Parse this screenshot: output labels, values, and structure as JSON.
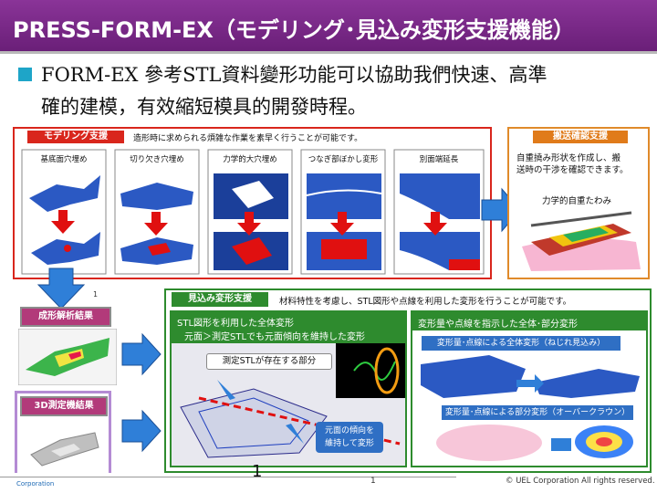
{
  "title": "PRESS-FORM-EX（モデリング･見込み変形支援機能）",
  "body_lines": [
    "FORM-EX 參考STL資料變形功能可以協助我們快速、高準",
    "確的建模，有效縮短模具的開發時程。"
  ],
  "modeling": {
    "header": "モデリング支援",
    "desc": "造形時に求められる煩雑な作業を素早く行うことが可能です。",
    "cells": [
      "基底面穴埋め",
      "切り欠き穴埋め",
      "力学的大穴埋め",
      "つなぎ部ぼかし変形",
      "別面端延長"
    ]
  },
  "transport": {
    "header": "搬送確認支援",
    "desc_lines": [
      "自重撓み形状を作成し、搬",
      "送時の干渉を確認できます。"
    ],
    "label": "力学的自重たわみ"
  },
  "page_small": "1",
  "analysis_label": "成形解析結果",
  "measure_label": "3D測定機結果",
  "mikomi": {
    "header": "見込み変形支援",
    "desc": "材料特性を考慮し、STL図形や点線を利用した変形を行うことが可能です。",
    "left_title_lines": [
      "STL図形を利用した全体変形",
      "元面＞測定STLでも元面傾向を維持した変形"
    ],
    "callout1": "測定STLが存在する部分",
    "callout2_lines": [
      "元面の傾向を",
      "維持して変形"
    ],
    "right_title": "変形量や点線を指示した全体･部分変形",
    "right_box1": "変形量･点線による全体変形（ねじれ見込み）",
    "right_box2": "変形量･点線による部分変形（オーバークラウン）"
  },
  "footer": {
    "corp": "Corporation",
    "page_big": "1",
    "page_num": "1",
    "copyright": "© UEL Corporation All rights reserved."
  },
  "colors": {
    "title_bg": "#7a2a86",
    "red": "#d9261c",
    "green": "#2e8b2e",
    "blue": "#2b59c3",
    "arrow": "#2f7fd8"
  }
}
